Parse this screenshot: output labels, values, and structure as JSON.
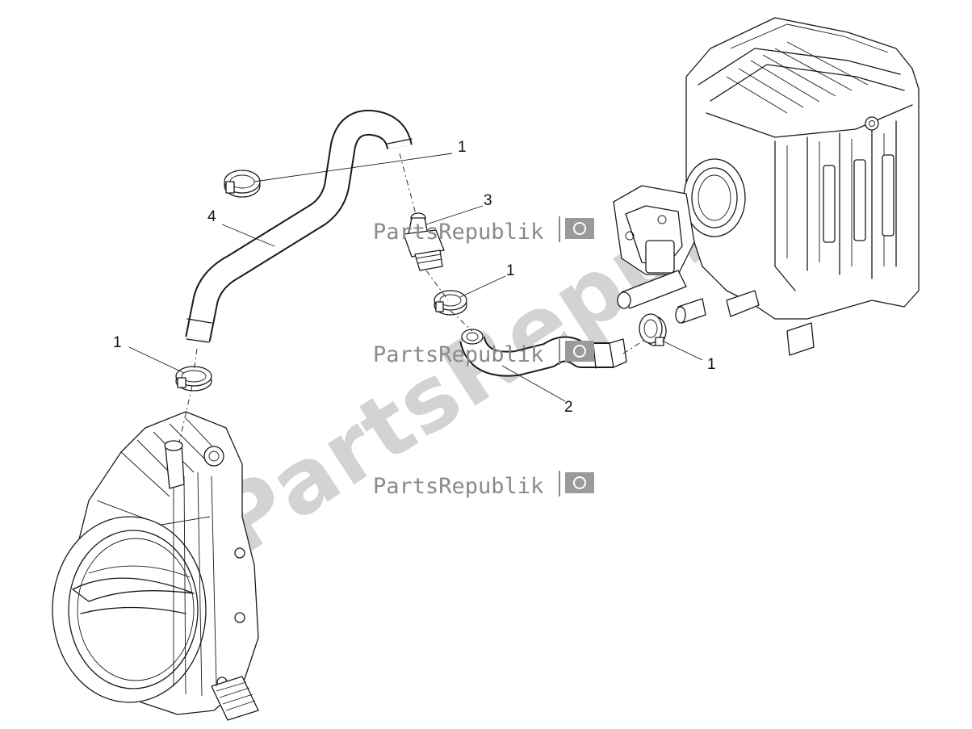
{
  "callouts": [
    {
      "id": "clamp-top",
      "label": "1"
    },
    {
      "id": "valve",
      "label": "3"
    },
    {
      "id": "clamp-mid",
      "label": "1"
    },
    {
      "id": "hose-long",
      "label": "4"
    },
    {
      "id": "clamp-left",
      "label": "1"
    },
    {
      "id": "clamp-right",
      "label": "1"
    },
    {
      "id": "hose-short",
      "label": "2"
    }
  ],
  "watermark": {
    "large": "PartsRepublik",
    "small_1": "PartsRepublik",
    "small_2": "PartsRepublik",
    "small_3": "PartsRepublik"
  }
}
